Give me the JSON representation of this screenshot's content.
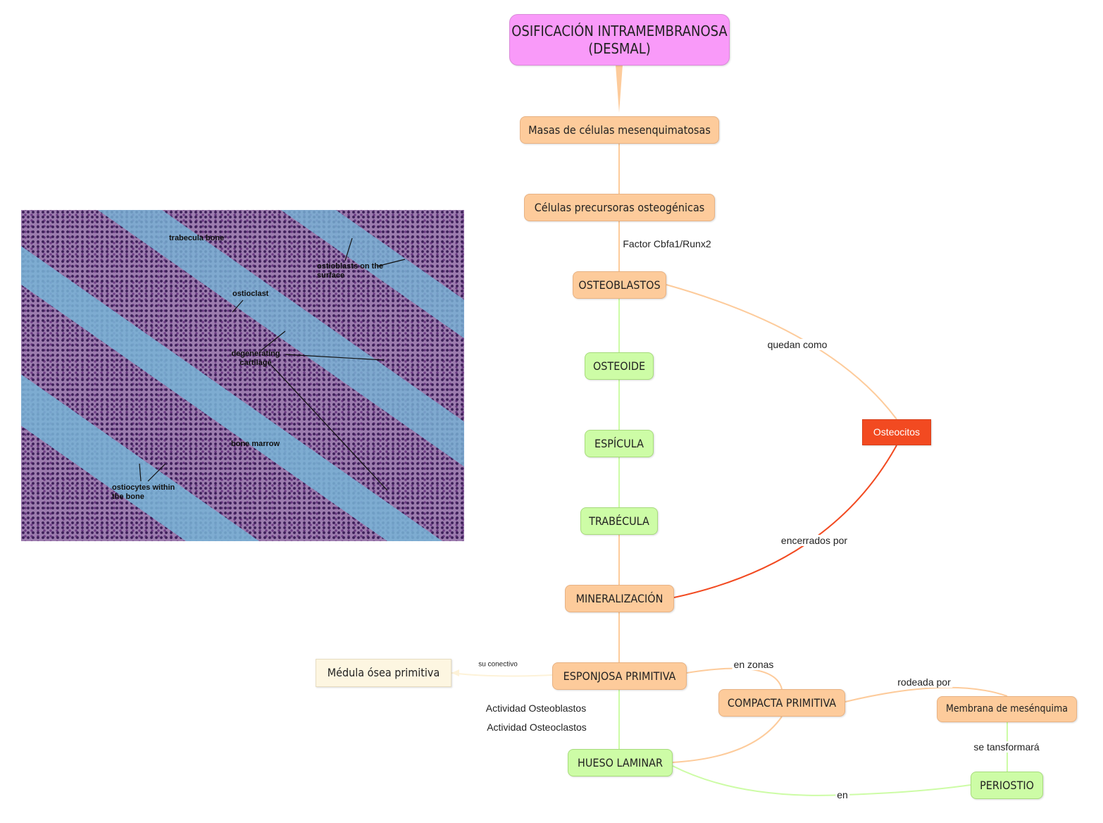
{
  "title": "OSIFICACIÓN INTRAMEMBRANOSA (DESMAL)",
  "nodes": {
    "masas": "Masas de células mesenquimatosas",
    "precursoras": "Células precursoras osteogénicas",
    "osteoblastos": "OSTEOBLASTOS",
    "osteoide": "OSTEOIDE",
    "espicula": "ESPÍCULA",
    "trabecula": "TRABÉCULA",
    "mineralizacion": "MINERALIZACIÓN",
    "esponjosa": "ESPONJOSA PRIMITIVA",
    "medula": "Médula ósea primitiva",
    "compacta": "COMPACTA PRIMITIVA",
    "membrana": "Membrana de mesénquima",
    "hueso": "HUESO LAMINAR",
    "periostio": "PERIOSTIO",
    "osteocitos": "Osteocitos"
  },
  "links": {
    "factor": "Factor Cbfa1/Runx2",
    "quedan": "quedan como",
    "encerrados": "encerrados por",
    "su_conectivo": "su conectivo",
    "en_zonas": "en zonas",
    "rodeada": "rodeada por",
    "actividad_ob": "Actividad Osteoblastos",
    "actividad_oc": "Actividad Osteoclastos",
    "se_transformara": "se tansformará",
    "en": "en"
  },
  "micrograph": {
    "trabecula": "trabecula bone",
    "ostioblasts": "ostioblasts on the surface",
    "ostioclast": "ostioclast",
    "degenerating": "degenerating cartilage",
    "marrow": "bone marrow",
    "ostiocytes": "ostiocytes within the bone"
  },
  "colors": {
    "title": "#f99af9",
    "peach": "#fdcb9b",
    "green": "#cdfca6",
    "red": "#f24a21",
    "cream": "#fdf6e1"
  }
}
